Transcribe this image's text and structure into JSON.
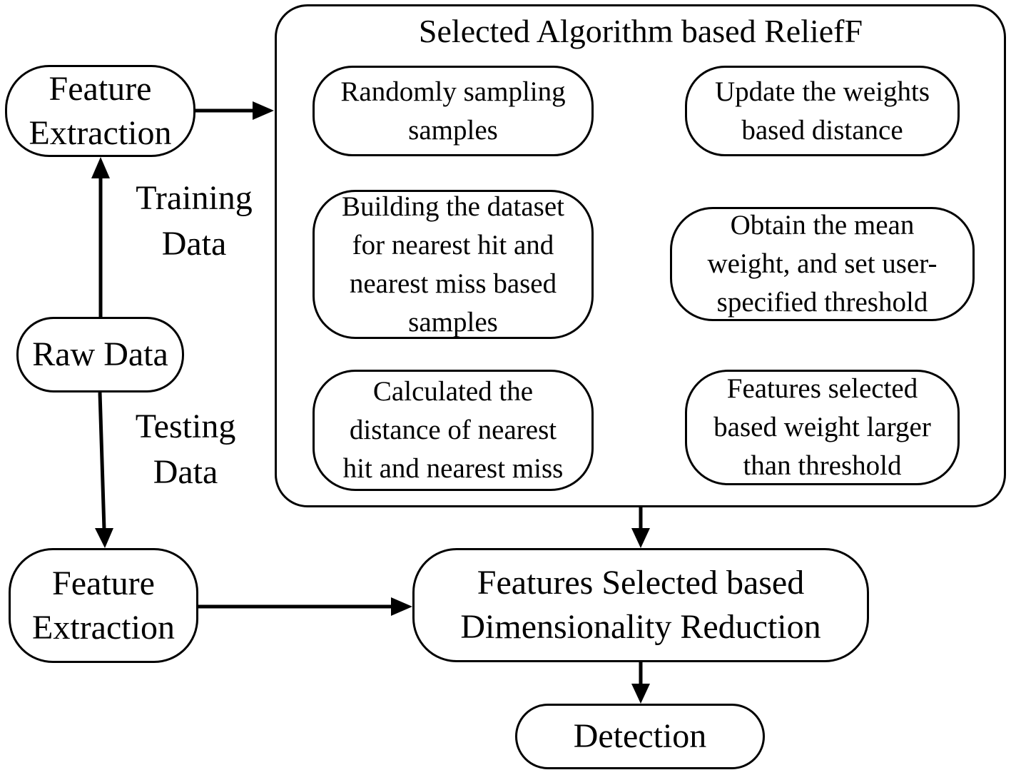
{
  "group": {
    "title": "Selected Algorithm based ReliefF"
  },
  "nodes": {
    "feature_extraction_train": "Feature\nExtraction",
    "raw_data": "Raw Data",
    "feature_extraction_test": "Feature\nExtraction",
    "random_sampling": "Randomly sampling\nsamples",
    "build_dataset": "Building the dataset\nfor nearest hit and\nnearest miss based\nsamples",
    "calc_distance": "Calculated the\ndistance of nearest\nhit and nearest miss",
    "update_weights": "Update the weights\nbased distance",
    "mean_weight": "Obtain the mean\nweight, and set   user-\nspecified threshold",
    "features_selected_threshold": "Features selected\nbased weight larger\nthan threshold",
    "dimensionality_reduction": "Features Selected based\nDimensionality Reduction",
    "detection": "Detection"
  },
  "edge_labels": {
    "training_data": "Training\nData",
    "testing_data": "Testing\nData"
  }
}
